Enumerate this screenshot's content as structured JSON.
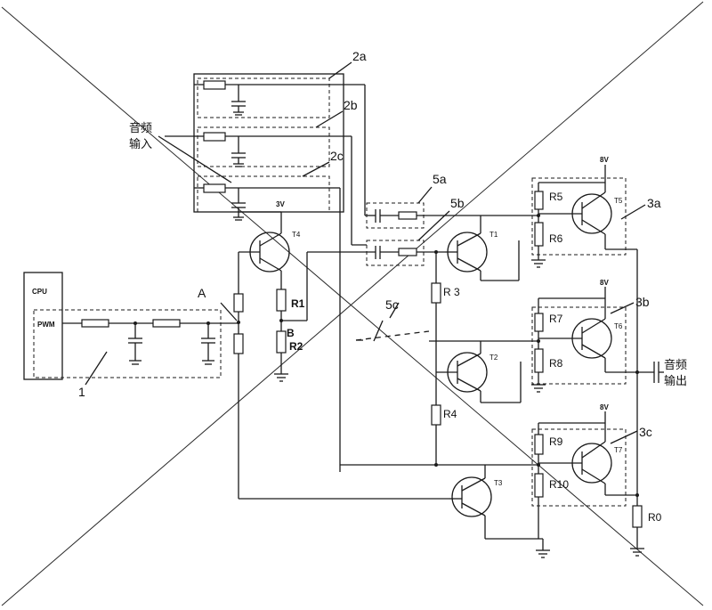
{
  "labels": {
    "box_2a": "2a",
    "box_2b": "2b",
    "box_2c": "2c",
    "box_5a": "5a",
    "box_5b": "5b",
    "box_5c": "5c",
    "box_3a": "3a",
    "box_3b": "3b",
    "box_3c": "3c",
    "box_1": "1",
    "node_a": "A",
    "node_b": "B",
    "audio_in_1": "音频",
    "audio_in_2": "输入",
    "audio_out_1": "音频",
    "audio_out_2": "输出",
    "cpu": "CPU",
    "pwm": "PWM",
    "v_3v": "3V",
    "v_8v_a": "8V",
    "v_8v_b": "8V",
    "v_8v_c": "8V",
    "t1": "T1",
    "t2": "T2",
    "t3": "T3",
    "t4": "T4",
    "t5": "T5",
    "t6": "T6",
    "t7": "T7",
    "r0": "R0",
    "r1": "R1",
    "r2": "R2",
    "r3": "R 3",
    "r4": "R4",
    "r5": "R5",
    "r6": "R6",
    "r7": "R7",
    "r8": "R8",
    "r9": "R9",
    "r10": "R10"
  }
}
